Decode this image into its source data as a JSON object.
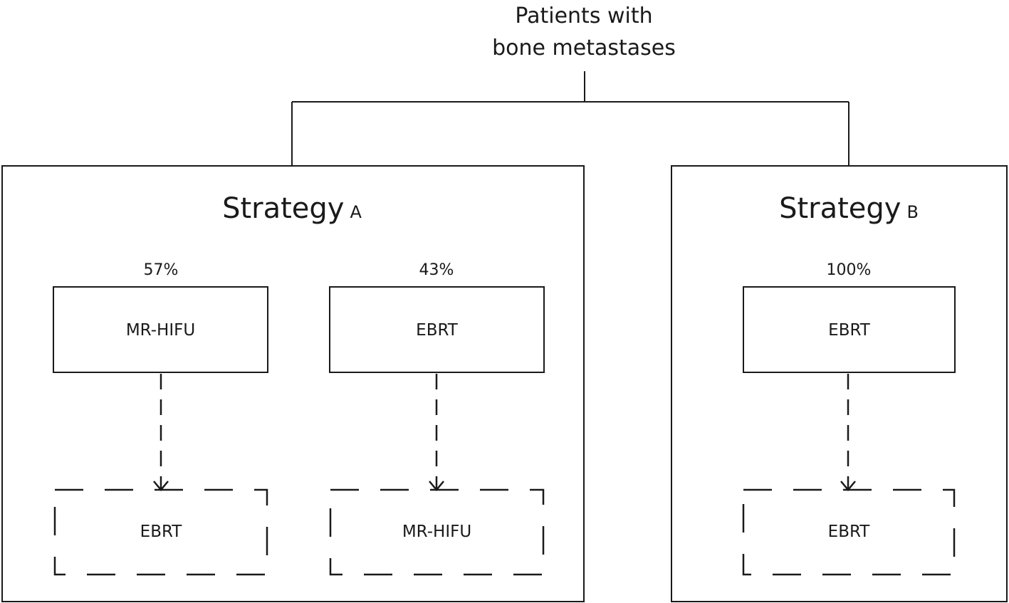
{
  "root": {
    "line1": "Patients with",
    "line2": "bone metastases"
  },
  "strategies": [
    {
      "title": "Strategy",
      "letter": "A",
      "branches": [
        {
          "percent": "57%",
          "primary": "MR-HIFU",
          "secondary": "EBRT"
        },
        {
          "percent": "43%",
          "primary": "EBRT",
          "secondary": "MR-HIFU"
        }
      ]
    },
    {
      "title": "Strategy",
      "letter": "B",
      "branches": [
        {
          "percent": "100%",
          "primary": "EBRT",
          "secondary": "EBRT"
        }
      ]
    }
  ]
}
